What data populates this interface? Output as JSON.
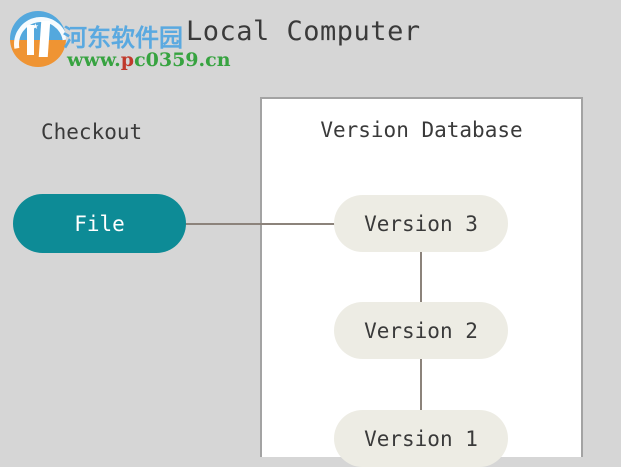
{
  "diagram": {
    "title": "Local Computer",
    "type": "version-control-local-diagram",
    "checkout_label": "Checkout",
    "database": {
      "title": "Version Database",
      "versions": [
        {
          "id": "v3",
          "label": "Version 3"
        },
        {
          "id": "v2",
          "label": "Version 2"
        },
        {
          "id": "v1",
          "label": "Version 1"
        }
      ]
    },
    "file_node": {
      "label": "File"
    },
    "colors": {
      "background": "#d6d6d6",
      "file_node": "#0d8b96",
      "file_node_text": "#ffffff",
      "version_node": "#edece4",
      "version_node_text": "#3a3a3a",
      "database_box_fill": "#ffffff",
      "database_box_border": "#a3a3a3",
      "connector": "#8c837b",
      "title_text": "#3a3a3a"
    }
  },
  "watermark": {
    "site_name_cn": "河东软件园",
    "url_prefix": "www.",
    "url_accent": "p",
    "url_suffix": "c0359.cn",
    "logo_name": "hedong-software-logo",
    "colors": {
      "site_name": "#5aa9e0",
      "url": "#37a340",
      "url_accent": "#c0392b",
      "logo_top": "#54a8dd",
      "logo_bottom": "#ef9433"
    }
  }
}
